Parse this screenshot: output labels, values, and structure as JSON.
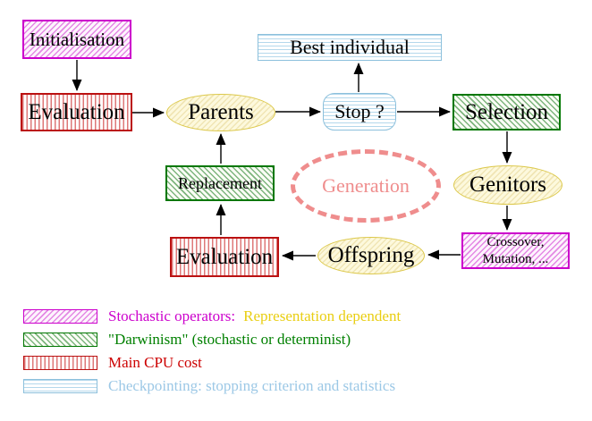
{
  "nodes": {
    "initialisation": "Initialisation",
    "evaluation_top": "Evaluation",
    "parents": "Parents",
    "best_individual": "Best individual",
    "stop": "Stop ?",
    "selection": "Selection",
    "genitors": "Genitors",
    "crossover_line1": "Crossover,",
    "crossover_line2": "Mutation, ...",
    "offspring": "Offspring",
    "evaluation_bottom": "Evaluation",
    "replacement": "Replacement",
    "generation": "Generation"
  },
  "legend": {
    "row1_label": "Stochastic operators:",
    "row1_extra": "Representation dependent",
    "row2_label": "\"Darwinism\" (stochastic or determinist)",
    "row3_label": "Main CPU cost",
    "row4_label": "Checkpointing: stopping criterion and statistics"
  },
  "colors": {
    "stochastic_magenta": "#cc00cc",
    "representation_yellow": "#e9ce12",
    "darwinism_green": "#008000",
    "cpu_cost_red": "#cc0000",
    "checkpointing_blue": "#9cc8e6",
    "generation_salmon": "#ef8d8d",
    "node_yellow_border": "#dcc84a",
    "arrow_black": "#000000"
  }
}
